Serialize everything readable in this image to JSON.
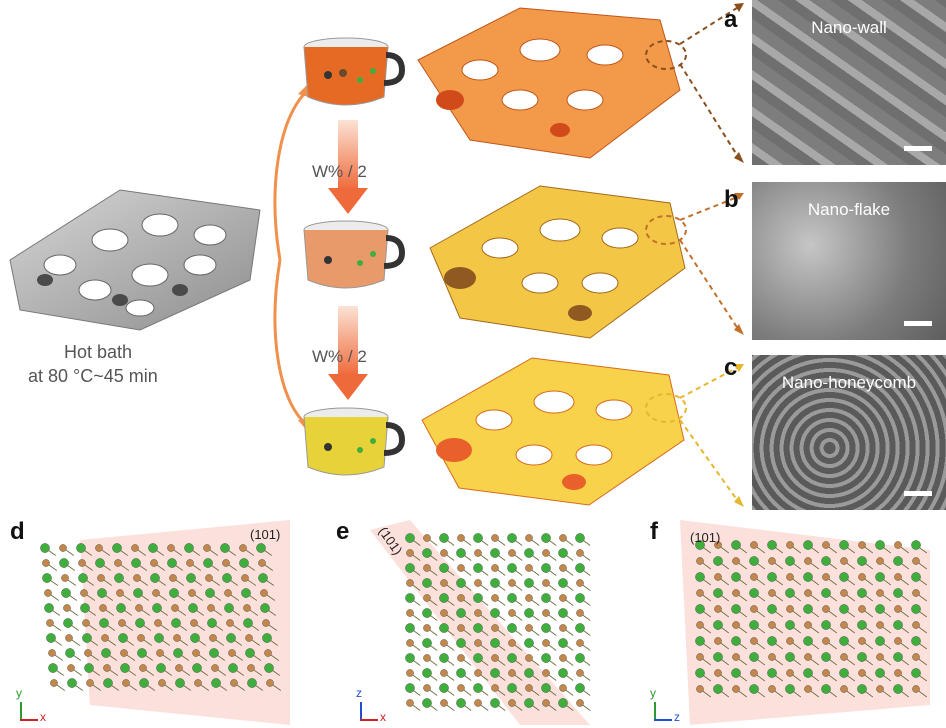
{
  "caption": {
    "line1": "Hot bath",
    "line2": "at 80 °C~45 min"
  },
  "steps": [
    "W% / 2",
    "W% / 2"
  ],
  "panels": {
    "a": {
      "label": "a",
      "title": "Nano-wall"
    },
    "b": {
      "label": "b",
      "title": "Nano-flake"
    },
    "c": {
      "label": "c",
      "title": "Nano-honeycomb"
    },
    "d": {
      "label": "d",
      "plane": "(101)",
      "axis1": "y",
      "axis2": "x"
    },
    "e": {
      "label": "e",
      "plane": "(101)",
      "axis1": "z",
      "axis2": "x"
    },
    "f": {
      "label": "f",
      "plane": "(101)",
      "axis1": "y",
      "axis2": "z"
    }
  },
  "colors": {
    "orange": "#f08a3a",
    "yellow": "#f2c53a",
    "brown": "#9b5a1f",
    "green_atom": "#3fae3c",
    "brown_atom": "#c2874a",
    "grey": "#bdbdbd"
  }
}
